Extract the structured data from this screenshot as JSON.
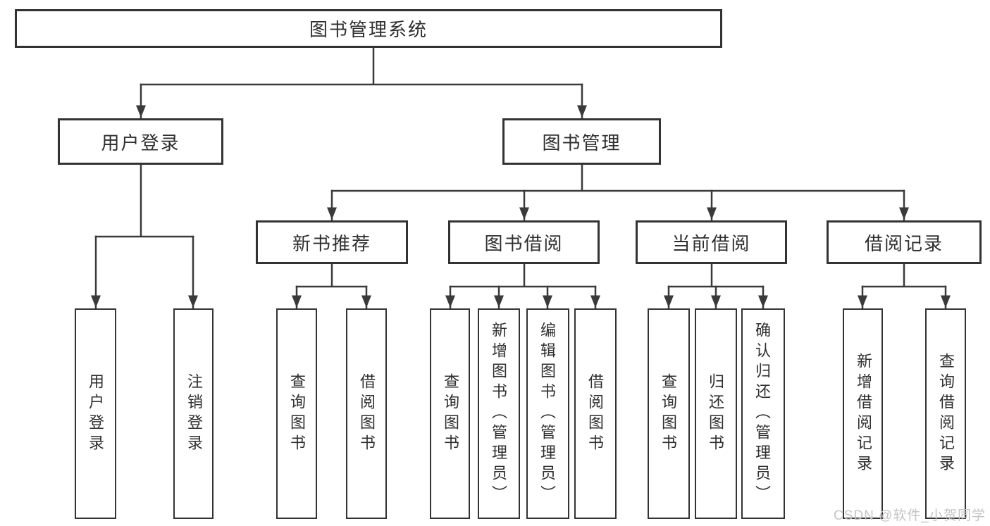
{
  "diagram": {
    "root": "图书管理系统",
    "level2": [
      "用户登录",
      "图书管理"
    ],
    "level3": [
      "新书推荐",
      "图书借阅",
      "当前借阅",
      "借阅记录"
    ],
    "leaves": [
      "用户登录",
      "注销登录",
      "查询图书",
      "借阅图书",
      "查询图书",
      "新增图书（管理员）",
      "编辑图书（管理员）",
      "借阅图书",
      "查询图书",
      "归还图书",
      "确认归还（管理员）",
      "新增借阅记录",
      "查询借阅记录"
    ]
  },
  "watermark": "CSDN @软件_小贺同学",
  "colors": {
    "line": "#3a3a3a",
    "box_border": "#333333",
    "text": "#2f2f2f",
    "background": "#ffffff",
    "watermark": "#c6c3c3"
  }
}
